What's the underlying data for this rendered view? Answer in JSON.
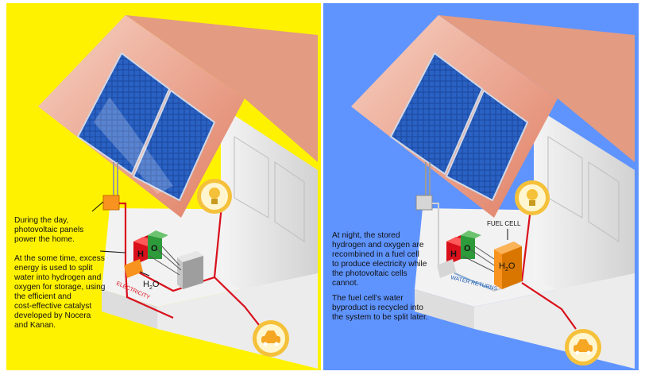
{
  "day_panel": {
    "background": "#fff200",
    "caption_day": "During the day,\nphotovoltaic panels\npower the home.",
    "caption_storage": "At the some time, excess\nenergy is used to split\nwater into hydrogen and\noxygen for storage, using\nthe efficient and\ncost-effective catalyst\ndeveloped by Nocera\nand Kanan.",
    "label_h": "H",
    "label_o": "O",
    "label_h2o": "H",
    "label_h2o_sub": "2",
    "label_h2o_o": "O",
    "label_wire": "ELECTRICITY"
  },
  "night_panel": {
    "background": "#5f94ff",
    "caption_night": "At night, the stored\nhydrogen and oxygen are\nrecombined in a fuel cell\nto produce electricity while\nthe photovoltaic cells\ncannot.",
    "caption_water": "The fuel cell's water\nbyproduct is recycled into\nthe system to be split later.",
    "label_fuel_cell": "FUEL CELL",
    "label_h2o": "H",
    "label_h2o_sub": "2",
    "label_h2o_o": "O",
    "label_h": "H",
    "label_o": "O",
    "label_water_returns": "WATER RETURNS"
  },
  "colors": {
    "wire": "#d9101b",
    "roof": "#e8a38c",
    "panel_blue": "#1e4fa8",
    "orange_box": "#f7931e",
    "hydrogen_red": "#d9101b",
    "oxygen_green": "#2e9b3a",
    "bulb_gold": "#f5c13a"
  },
  "icons": [
    "solar-panel-icon",
    "light-bulb-icon",
    "car-icon",
    "inverter-box-icon",
    "battery-icon",
    "fuel-cell-icon"
  ]
}
